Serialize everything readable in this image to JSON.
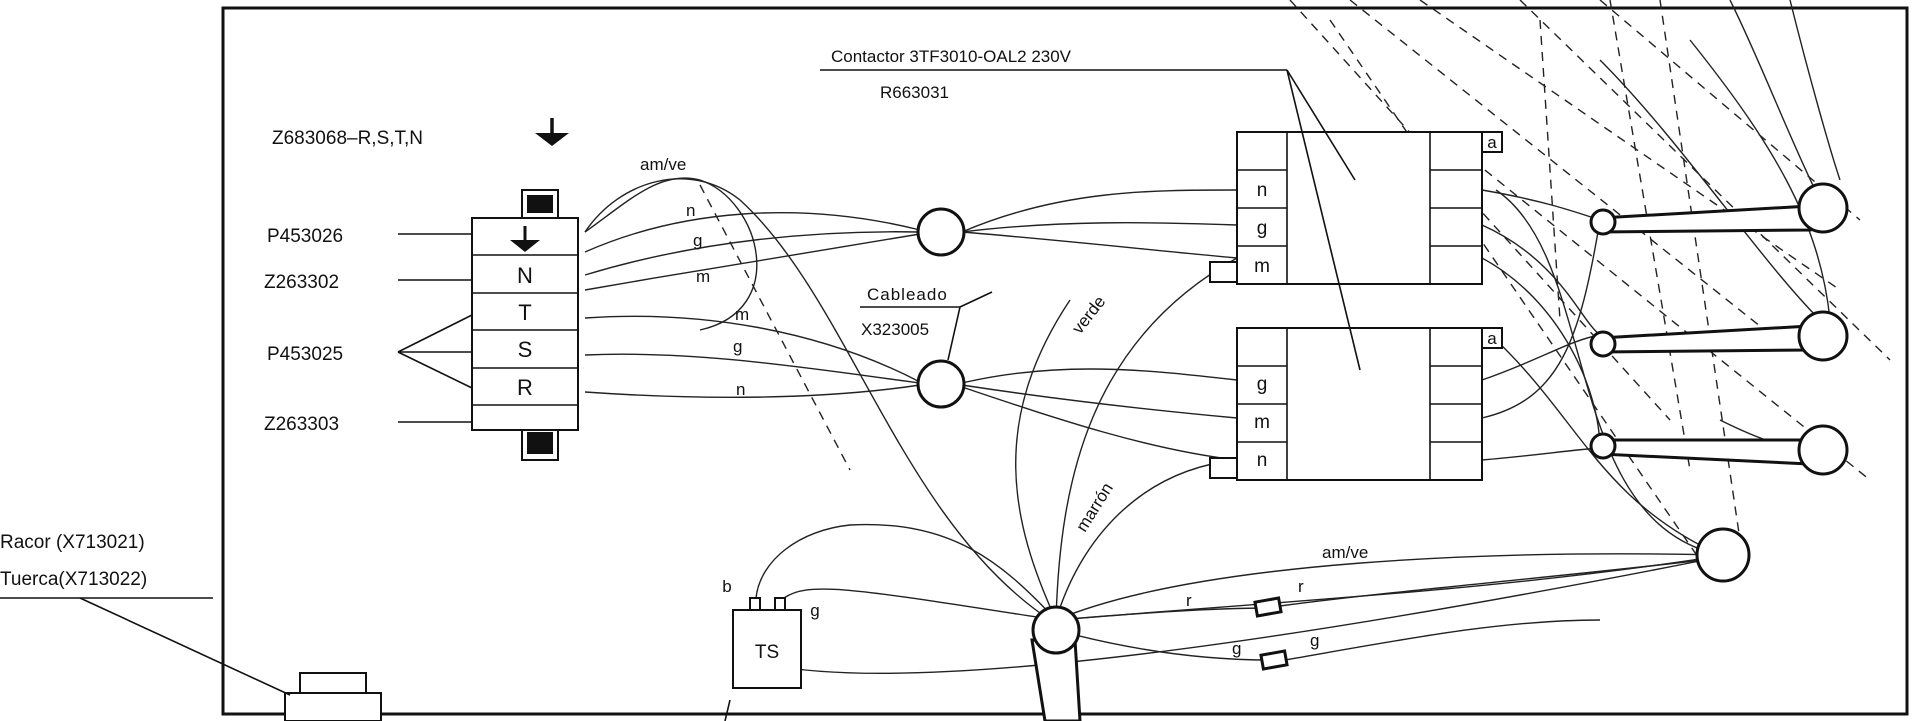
{
  "labels": {
    "ground_terminal_code": "Z683068–R,S,T,N",
    "part_p453026": "P453026",
    "part_z263302": "Z263302",
    "part_p453025": "P453025",
    "part_z263303": "Z263303",
    "contactor_title": "Contactor 3TF3010-OAL2 230V",
    "contactor_code": "R663031",
    "cableado_title": "Cableado",
    "cableado_code": "X323005",
    "racor": "Racor (X713021)",
    "tuerca": "Tuerca(X713022)"
  },
  "terminal_block": [
    "N",
    "T",
    "S",
    "R"
  ],
  "contactor_top_cells": [
    "n",
    "g",
    "m"
  ],
  "contactor_bottom_cells": [
    "g",
    "m",
    "n"
  ],
  "contactor_aux": "a",
  "thermostat": {
    "label": "TS",
    "left_wire": "b",
    "right_wire": "g"
  },
  "wire_labels": {
    "am_ve_top": "am/ve",
    "n1": "n",
    "g1": "g",
    "m1": "m",
    "m2": "m",
    "g2": "g",
    "n2": "n",
    "verde": "verde",
    "marron": "marrón",
    "am_ve_bottom": "am/ve",
    "r_left": "r",
    "r_right": "r",
    "g_left": "g",
    "g_right": "g"
  },
  "colors": {
    "line": "#111111",
    "background": "#ffffff"
  }
}
